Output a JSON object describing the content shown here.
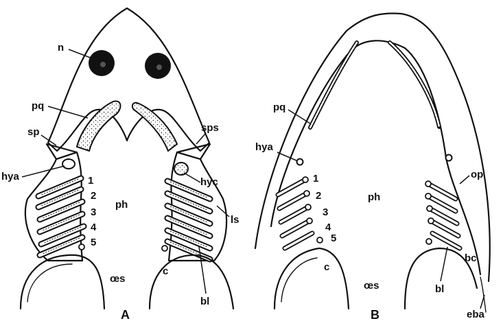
{
  "panels": [
    {
      "id": "A",
      "caption": "A"
    },
    {
      "id": "B",
      "caption": "B"
    }
  ],
  "labels_A": {
    "n": "n",
    "pq": "pq",
    "sp": "sp",
    "sps": "sps",
    "hya": "hya",
    "hyc": "hyc",
    "ph": "ph",
    "ls": "ls",
    "oes": "œs",
    "c": "c",
    "bl": "bl",
    "arch1": "1",
    "arch2": "2",
    "arch3": "3",
    "arch4": "4",
    "arch5": "5"
  },
  "labels_B": {
    "pq": "pq",
    "hya": "hya",
    "ph": "ph",
    "op": "op",
    "bc": "bc",
    "oes": "œs",
    "c": "c",
    "bl": "bl",
    "eba": "eba",
    "arch1": "1",
    "arch2": "2",
    "arch3": "3",
    "arch4": "4",
    "arch5": "5"
  },
  "colors": {
    "ink": "#111111",
    "background": "#ffffff"
  }
}
